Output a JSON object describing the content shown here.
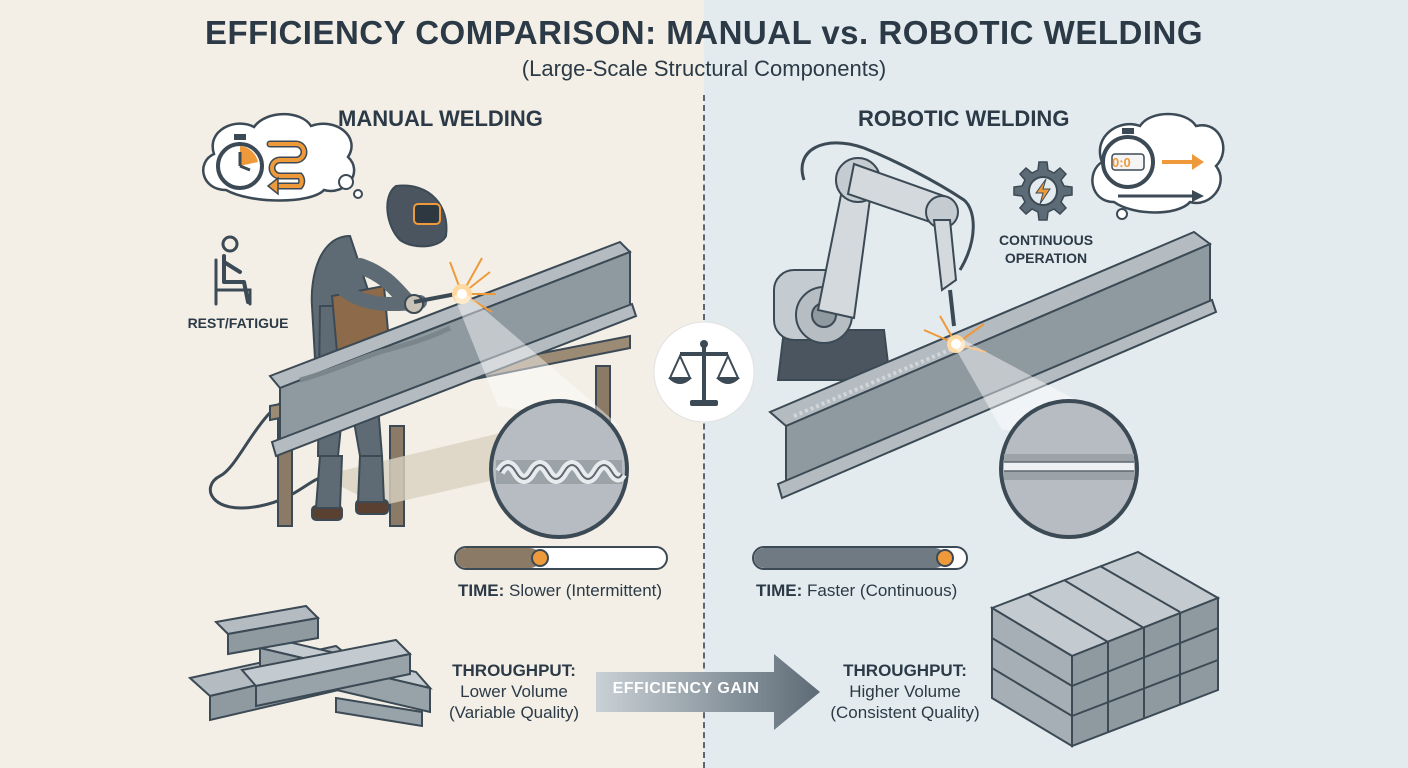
{
  "title": "EFFICIENCY COMPARISON: MANUAL vs. ROBOTIC WELDING",
  "subtitle": "(Large-Scale Structural Components)",
  "manual": {
    "heading": "MANUAL WELDING",
    "rest_label": "REST/FATIGUE",
    "time_key": "TIME:",
    "time_value": "Slower (Intermittent)",
    "time_progress": 0.4,
    "throughput_key": "THROUGHPUT:",
    "throughput_line1": "Lower Volume",
    "throughput_line2": "(Variable Quality)"
  },
  "robotic": {
    "heading": "ROBOTIC WELDING",
    "continuous_line1": "CONTINUOUS",
    "continuous_line2": "OPERATION",
    "timer_display": "0:0",
    "time_key": "TIME:",
    "time_value": "Faster (Continuous)",
    "time_progress": 0.9,
    "throughput_key": "THROUGHPUT:",
    "throughput_line1": "Higher Volume",
    "throughput_line2": "(Consistent Quality)"
  },
  "center": {
    "arrow_label": "EFFICIENCY GAIN",
    "balance_icon": "balance-scale-icon"
  },
  "colors": {
    "accent_orange": "#ee9a3a",
    "steel": "#9aa4ab",
    "dark": "#2b3a46",
    "manual_fill": "#8a7a66",
    "robot_fill": "#6f7a82"
  }
}
